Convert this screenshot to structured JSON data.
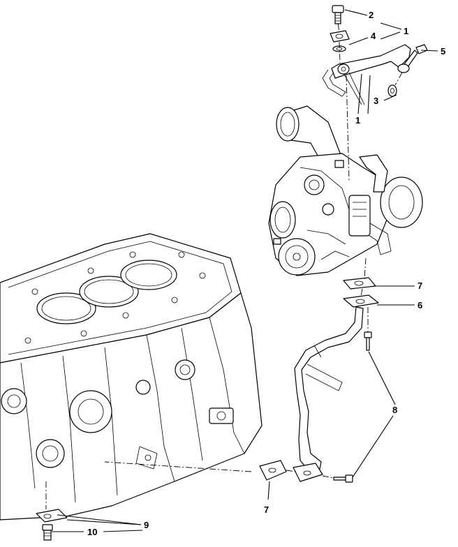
{
  "diagram": {
    "callouts": [
      {
        "id": "c1a",
        "label": "1"
      },
      {
        "id": "c1b",
        "label": "1"
      },
      {
        "id": "c2",
        "label": "2"
      },
      {
        "id": "c3",
        "label": "3"
      },
      {
        "id": "c4",
        "label": "4"
      },
      {
        "id": "c5",
        "label": "5"
      },
      {
        "id": "c6",
        "label": "6"
      },
      {
        "id": "c7a",
        "label": "7"
      },
      {
        "id": "c7b",
        "label": "7"
      },
      {
        "id": "c8",
        "label": "8"
      },
      {
        "id": "c9",
        "label": "9"
      },
      {
        "id": "c10",
        "label": "10"
      }
    ]
  }
}
